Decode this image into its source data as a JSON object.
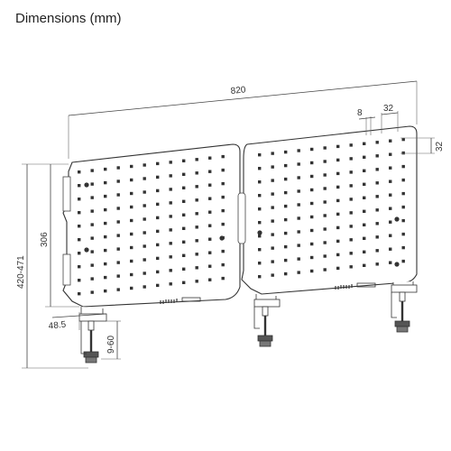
{
  "title": "Dimensions (mm)",
  "dimensions": {
    "total_width": "820",
    "hole_width": "8",
    "hole_pitch": "32",
    "vertical_pitch": "32",
    "panel_height": "306",
    "overall_height": "420-471",
    "clamp_offset": "48.5",
    "clamp_range": "9-60"
  },
  "panels": {
    "left": {
      "hole_cols": 12,
      "hole_rows": 10
    },
    "right": {
      "hole_cols": 12,
      "hole_rows": 10
    }
  }
}
